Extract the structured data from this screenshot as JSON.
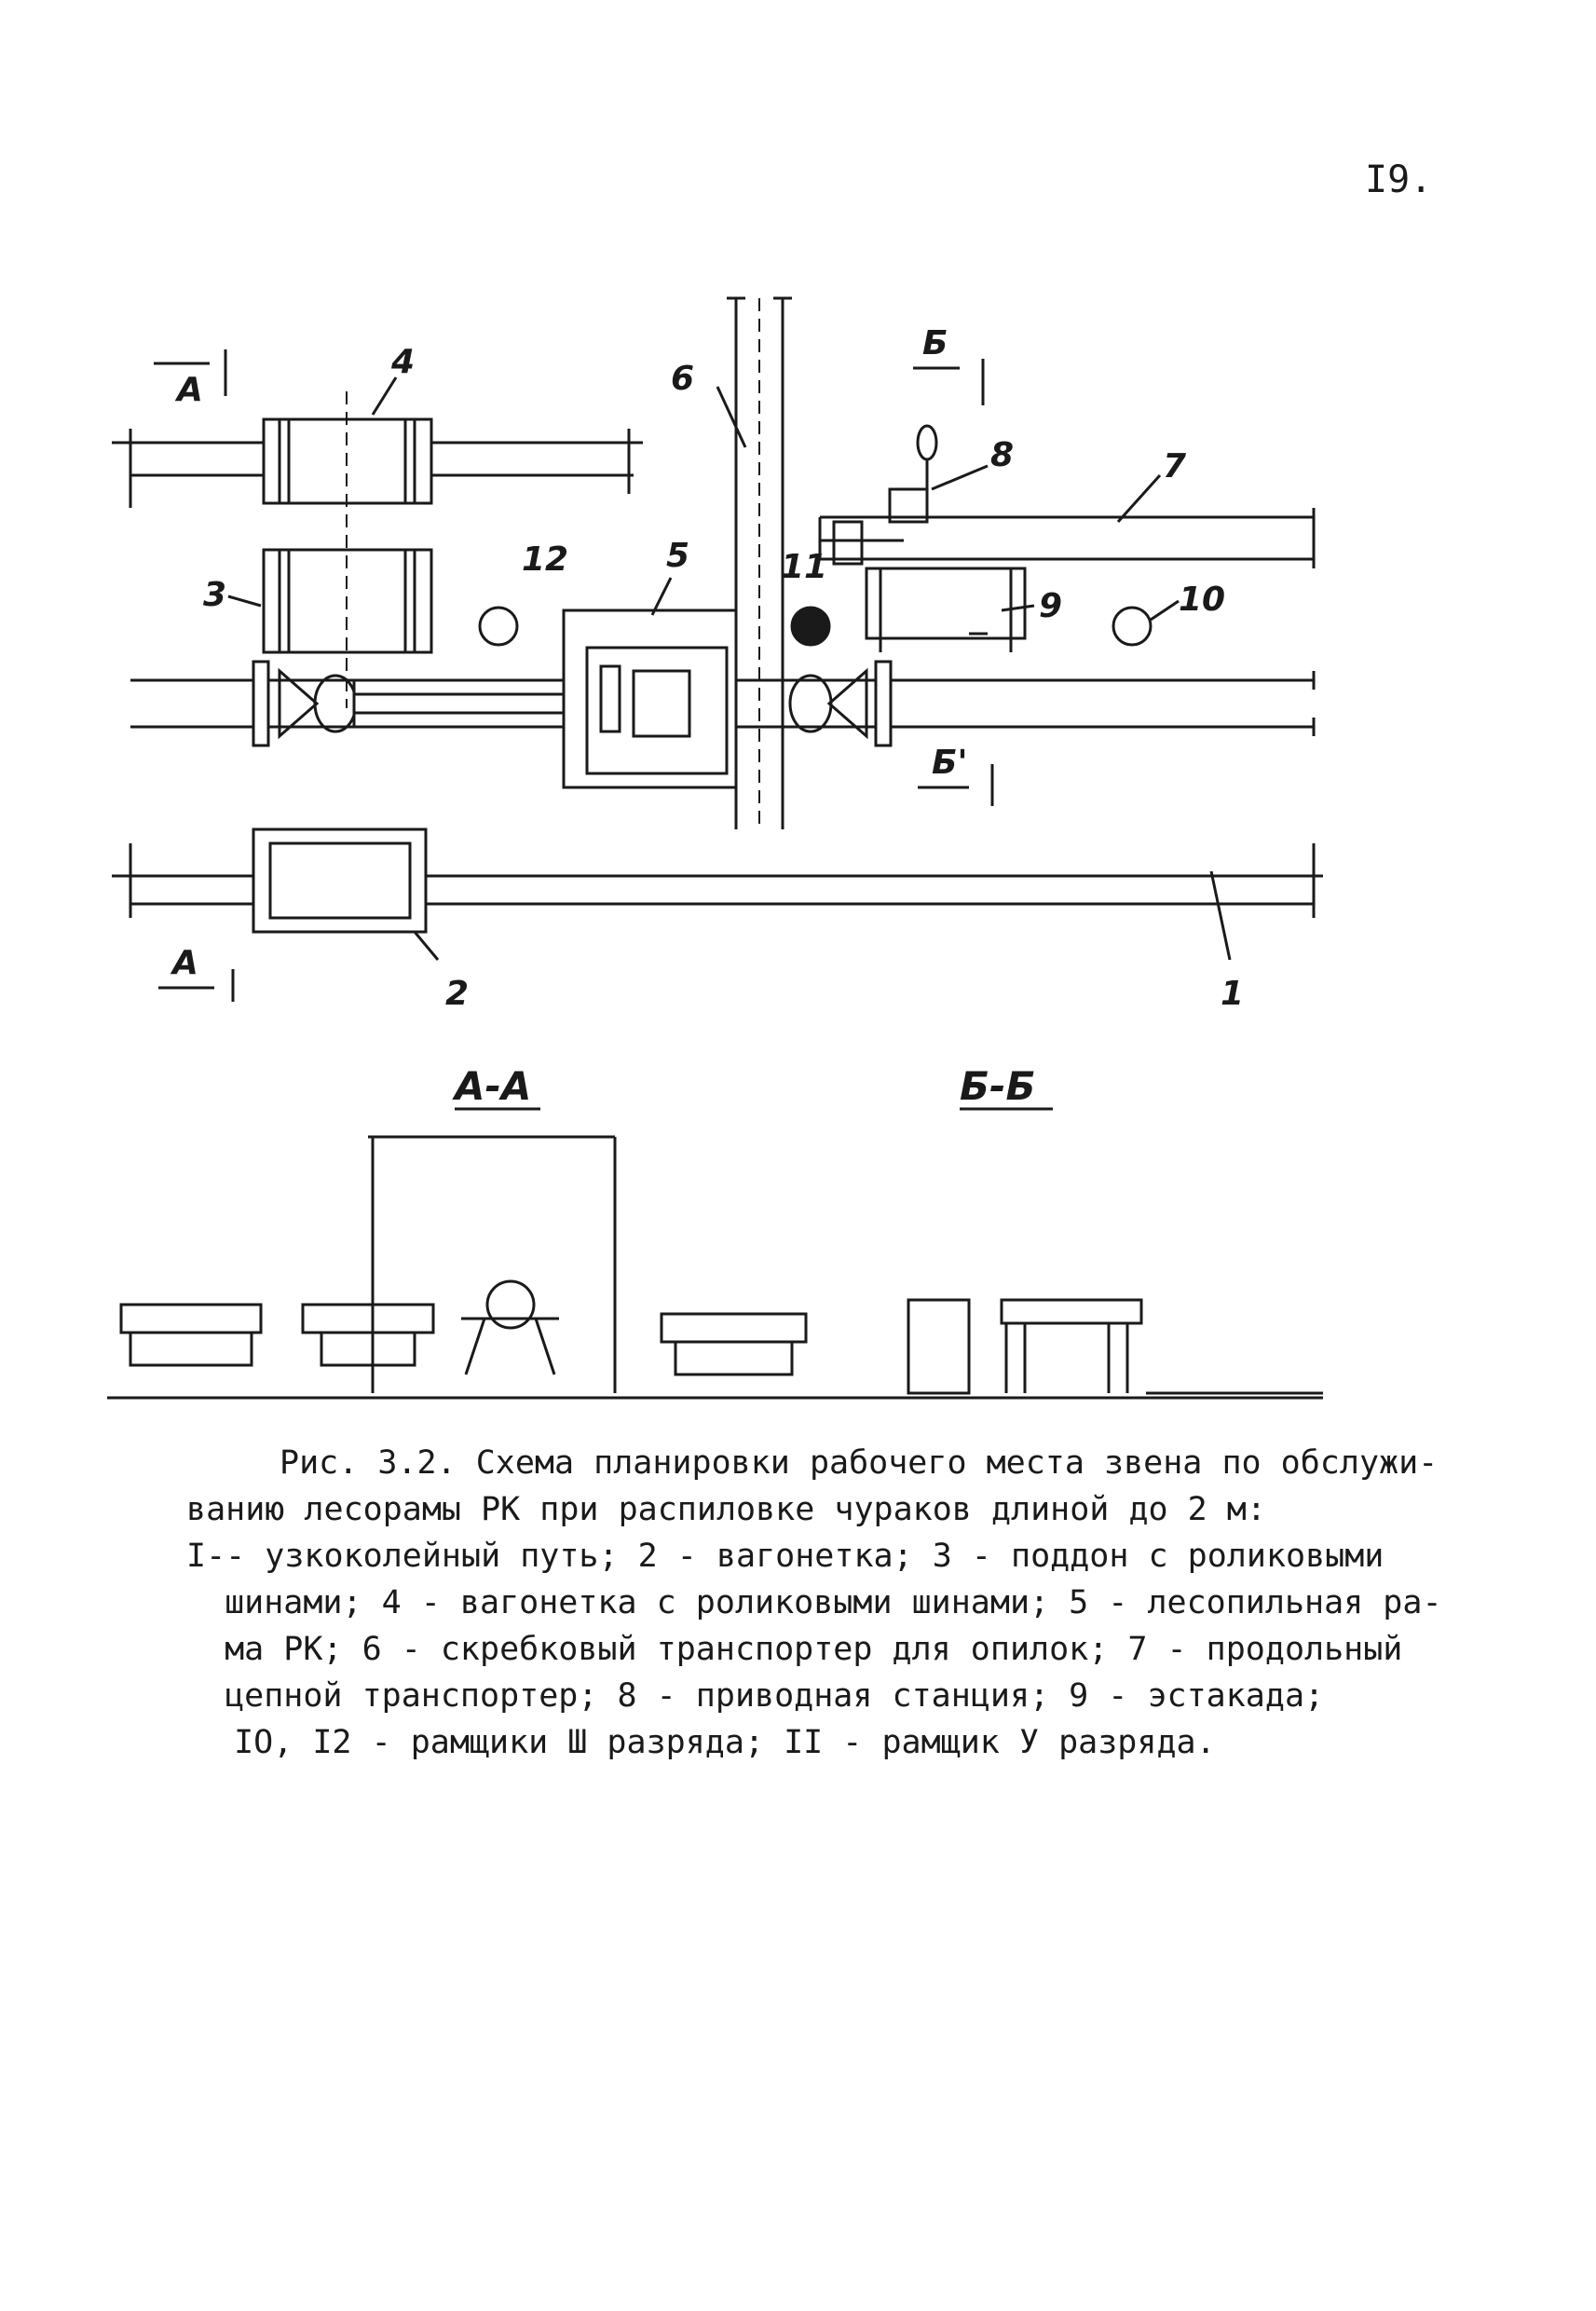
{
  "page_number": "I9.",
  "figure": {
    "labels": {
      "n1": "1",
      "n2": "2",
      "n3": "3",
      "n4": "4",
      "n5": "5",
      "n6": "6",
      "n7": "7",
      "n8": "8",
      "n9": "9",
      "n10": "10",
      "n11": "11",
      "n12": "12"
    },
    "section_marks": {
      "a_top": "А",
      "a_bottom": "А",
      "b_top": "Б",
      "b_bottom": "Б'"
    },
    "sections": {
      "aa": "А-А",
      "bb": "Б-Б"
    }
  },
  "caption": {
    "lines": [
      "Рис. 3.2. Схема планировки рабочего места звена по обслужи-",
      "ванию лесорамы РК при распиловке чураков длиной до 2 м:",
      "I-- узкоколейный путь; 2 - вагонетка; 3 - поддон с роликовыми",
      " шинами; 4 - вагонетка с роликовыми шинами; 5 - лесопильная ра-",
      " ма РК; 6 - скребковый транспортер для опилок; 7 - продольный",
      " цепной транспортер; 8 - приводная станция; 9 - эстакада;",
      " IO, I2 - рамщики Ш разряда; II - рамщик У разряда."
    ]
  }
}
